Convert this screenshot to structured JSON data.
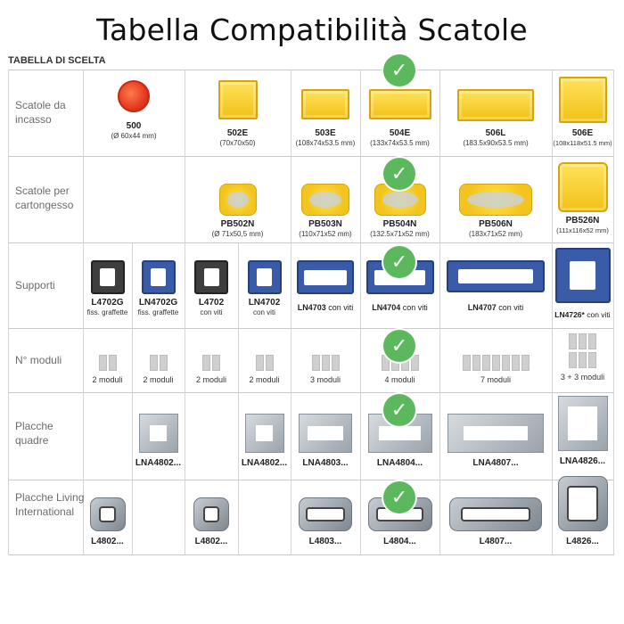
{
  "title": "Tabella Compatibilità Scatole",
  "caption": "TABELLA DI SCELTA",
  "row_labels": {
    "scatole_incasso": "Scatole da incasso",
    "scatole_cartongesso": "Scatole per cartongesso",
    "supporti": "Supporti",
    "moduli": "N° moduli",
    "placche_quadre": "Placche quadre",
    "placche_living": "Placche Living International"
  },
  "incasso": [
    {
      "code": "500",
      "dim": "(Ø 60x44 mm)"
    },
    {
      "code": "502E",
      "dim": "(70x70x50)"
    },
    {
      "code": "503E",
      "dim": "(108x74x53.5 mm)"
    },
    {
      "code": "504E",
      "dim": "(133x74x53.5 mm)"
    },
    {
      "code": "506L",
      "dim": "(183.5x90x53.5 mm)"
    },
    {
      "code": "506E",
      "dim": "(108x118x51.5 mm)"
    }
  ],
  "cartongesso": [
    {
      "code": "PB502N",
      "dim": "(Ø 71x50,5 mm)"
    },
    {
      "code": "PB503N",
      "dim": "(110x71x52 mm)"
    },
    {
      "code": "PB504N",
      "dim": "(132.5x71x52 mm)"
    },
    {
      "code": "PB506N",
      "dim": "(183x71x52 mm)"
    },
    {
      "code": "PB526N",
      "dim": "(111x116x52 mm)"
    }
  ],
  "supporti": [
    {
      "code": "L4702G",
      "note": "fiss. graffette"
    },
    {
      "code": "LN4702G",
      "note": "fiss. graffette"
    },
    {
      "code": "L4702",
      "note": "con viti"
    },
    {
      "code": "LN4702",
      "note": "con viti"
    },
    {
      "code": "LN4703",
      "note": "con viti"
    },
    {
      "code": "LN4704",
      "note": "con viti"
    },
    {
      "code": "LN4707",
      "note": "con viti"
    },
    {
      "code": "LN4726*",
      "note": "con viti"
    }
  ],
  "moduli": [
    "2 moduli",
    "2 moduli",
    "2 moduli",
    "2 moduli",
    "3 moduli",
    "4 moduli",
    "7 moduli",
    "3 + 3 moduli"
  ],
  "placche_quadre": [
    "LNA4802...",
    "LNA4802...",
    "LNA4803...",
    "LNA4804...",
    "LNA4807...",
    "LNA4826..."
  ],
  "placche_living": [
    "L4802...",
    "L4802...",
    "L4803...",
    "L4804...",
    "L4807...",
    "L4826..."
  ],
  "check_symbol": "✓",
  "colors": {
    "check": "#5cb85c",
    "box_yellow": "#f2c41d",
    "box_red": "#e0301a",
    "support_blue": "#3a5ba8"
  }
}
